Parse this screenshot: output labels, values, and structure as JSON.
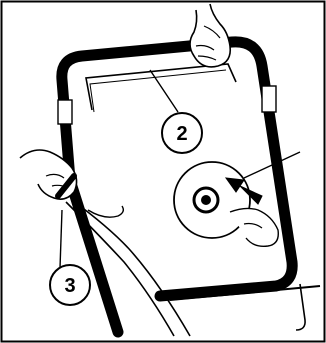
{
  "figure": {
    "callouts": [
      {
        "id": "handle-bar",
        "label": "2"
      },
      {
        "id": "starter-rope",
        "label": "3"
      }
    ],
    "colors": {
      "ink": "#000000",
      "paper": "#ffffff"
    },
    "icons": [
      "hand-icon",
      "arrow-icon"
    ]
  }
}
